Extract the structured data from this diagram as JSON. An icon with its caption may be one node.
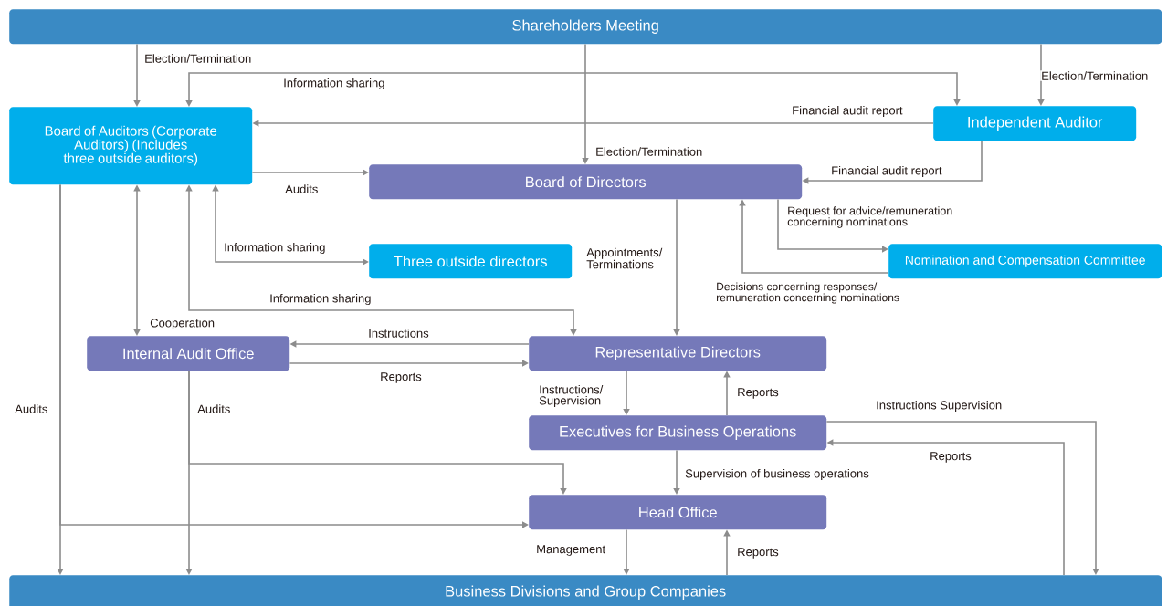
{
  "diagram": {
    "nodes": [
      {
        "text": [
          "Shareholders Meeting"
        ]
      },
      {
        "text": [
          "Board of Auditors (Corporate Auditors) (Includes three outside auditors)"
        ]
      },
      {
        "text": [
          "Independent Auditor"
        ]
      },
      {
        "text": [
          "Board of Directors"
        ]
      },
      {
        "text": [
          "Three outside directors"
        ]
      },
      {
        "text": [
          "Nomination and Compensation Committee"
        ]
      },
      {
        "text": [
          "Internal Audit Office"
        ]
      },
      {
        "text": [
          "Representative Directors"
        ]
      },
      {
        "text": [
          "Executives for Business Operations"
        ]
      },
      {
        "text": [
          "Head Office"
        ]
      },
      {
        "text": [
          "Business Divisions and Group Companies"
        ]
      }
    ],
    "edges": [
      {
        "from": 0,
        "to": 1,
        "arrow": "to",
        "label": "Election/Termination"
      },
      {
        "from": 0,
        "to": 3,
        "arrow": "to",
        "label": "Election/Termination"
      },
      {
        "from": 0,
        "to": 2,
        "arrow": "to",
        "label": "Election/Termination"
      },
      {
        "from": 1,
        "to": 2,
        "arrow": "both",
        "label": "Information sharing"
      },
      {
        "from": 2,
        "to": 1,
        "arrow": "to",
        "label": "Financial audit report"
      },
      {
        "from": 2,
        "to": 3,
        "arrow": "to",
        "label": "Financial audit report"
      },
      {
        "from": 1,
        "to": 3,
        "arrow": "to",
        "label": "Audits"
      },
      {
        "from": 1,
        "to": 6,
        "arrow": "both",
        "label": "Cooperation"
      },
      {
        "from": 1,
        "to": 7,
        "arrow": "both",
        "label": "Information sharing"
      },
      {
        "from": 1,
        "to": 4,
        "arrow": "both",
        "label": "Information sharing"
      },
      {
        "from": 3,
        "to": 5,
        "arrow": "to",
        "label": "Request for advice/remuneration concerning nominations"
      },
      {
        "from": 5,
        "to": 3,
        "arrow": "to",
        "label": "Decisions concerning responses/ remuneration concerning nominations"
      },
      {
        "from": 3,
        "to": 7,
        "arrow": "to",
        "label": "Appointments/ Terminations"
      },
      {
        "from": 7,
        "to": 6,
        "arrow": "to",
        "label": "Instructions"
      },
      {
        "from": 6,
        "to": 7,
        "arrow": "to",
        "label": "Reports"
      },
      {
        "from": 7,
        "to": 8,
        "arrow": "to",
        "label": "Instructions/ Supervision"
      },
      {
        "from": 8,
        "to": 7,
        "arrow": "to",
        "label": "Reports"
      },
      {
        "from": 8,
        "to": 10,
        "arrow": "to",
        "label": "Instructions Supervision"
      },
      {
        "from": 10,
        "to": 8,
        "arrow": "to",
        "label": "Reports"
      },
      {
        "from": 8,
        "to": 9,
        "arrow": "to",
        "label": "Supervision of business operations"
      },
      {
        "from": 9,
        "to": 10,
        "arrow": "to",
        "label": "Management"
      },
      {
        "from": 10,
        "to": 9,
        "arrow": "to",
        "label": "Reports"
      },
      {
        "from": 1,
        "to": 10,
        "arrow": "to",
        "label": "Audits"
      },
      {
        "from": 1,
        "to": 9,
        "arrow": "to"
      },
      {
        "from": 6,
        "to": 10,
        "arrow": "to",
        "label": "Audits"
      },
      {
        "from": 6,
        "to": 9,
        "arrow": "to"
      }
    ]
  }
}
